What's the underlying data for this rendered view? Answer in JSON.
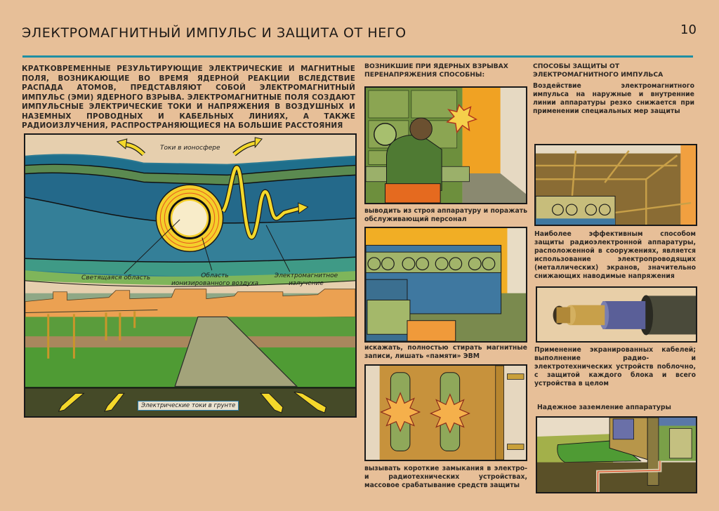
{
  "header": {
    "title": "ЭЛЕКТРОМАГНИТНЫЙ ИМПУЛЬС И ЗАЩИТА ОТ НЕГО",
    "page_number": "10",
    "accent_color": "#1f8fa3",
    "paper_color": "#e7bf98"
  },
  "intro": {
    "text": "Кратковременные результирующие электрические и магнитные поля, возникающие во время ядерной реакции вследствие распада атомов, представляют собой электромагнитный импульс (ЭМИ) ядерного взрыва. Электромагнитные поля создают импульсные электрические токи и напряжения в воздушных и наземных проводных и кабельных линиях, а также радиоизлучения, распространяющиеся на большие расстояния"
  },
  "main_illustration": {
    "labels": {
      "ionosphere_currents": "Токи в ионосфере",
      "glowing_area": "Светящаяся область",
      "ionized_air_line1": "Область",
      "ionized_air_line2": "ионизированного воздуха",
      "em_radiation_line1": "Электромагнитное",
      "em_radiation_line2": "излучение",
      "ground_currents": "Электрические токи в грунте"
    }
  },
  "effects_column": {
    "heading": "Возникшие при ядерных взрывах перенапряжения способны:",
    "items": [
      {
        "illustration": "control-room-operator-spark",
        "caption": "выводить из строя аппаратуру и поражать обслуживающий персонал"
      },
      {
        "illustration": "computer-tape-drives",
        "caption": "искажать, полностью стирать магнитные записи, лишать «памяти» ЭВМ"
      },
      {
        "illustration": "fuses-short-circuit",
        "caption": "вызывать короткие замыкания в электро- и радиотехнических устройствах, массовое срабатывание средств защиты"
      }
    ]
  },
  "protection_column": {
    "heading": "Способы защиты от электромагнитного импульса",
    "intro": "Воздействие электромагнитного импульса на наружные и внутренние линии аппаратуры резко снижается при применении специальных мер защиты",
    "items": [
      {
        "illustration": "shielded-room",
        "caption": "Наиболее эффективным способом защиты радиоэлектронной аппаратуры, расположенной в сооружениях, является использование электропроводящих (металлических) экранов, значительно снижающих наводимые напряжения"
      },
      {
        "illustration": "shielded-cable",
        "caption": "Применение экранированных кабелей; выполнение радио- и электротехнических устройств поблочно, с защитой каждого блока и всего устройства в целом"
      },
      {
        "illustration": "grounding",
        "caption": "Надежное заземление аппаратуры"
      }
    ]
  }
}
